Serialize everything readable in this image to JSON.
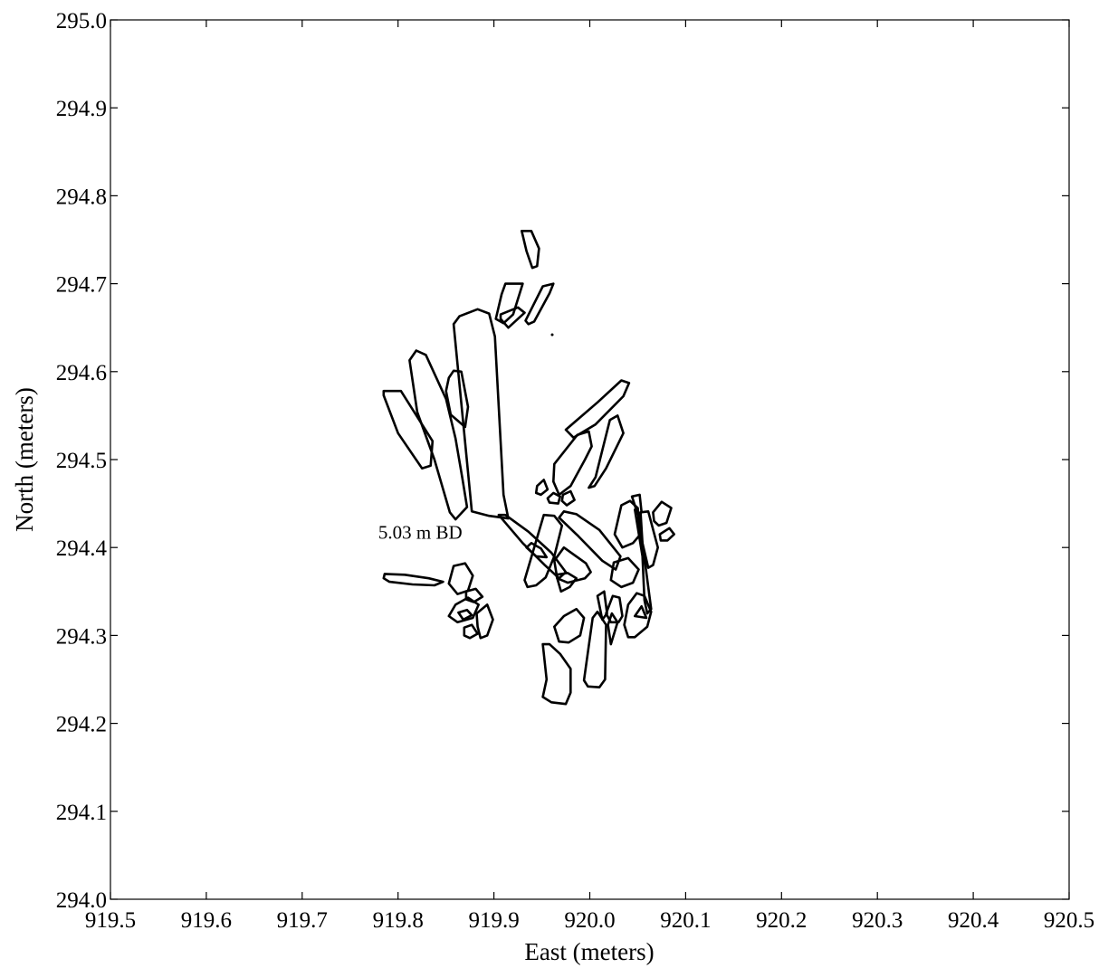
{
  "chart_data": {
    "type": "scatter",
    "xlabel": "East (meters)",
    "ylabel": "North (meters)",
    "xlim": [
      919.5,
      920.5
    ],
    "ylim": [
      294.0,
      295.0
    ],
    "x_ticks": [
      "919.5",
      "919.6",
      "919.7",
      "919.8",
      "919.9",
      "920.0",
      "920.1",
      "920.2",
      "920.3",
      "920.4",
      "920.5"
    ],
    "y_ticks": [
      "294.0",
      "294.1",
      "294.2",
      "294.3",
      "294.4",
      "294.5",
      "294.6",
      "294.7",
      "294.8",
      "294.9",
      "295.0"
    ],
    "grid": false,
    "annotations": [
      {
        "text": "5.03 m BD",
        "x": 919.867,
        "y": 294.417
      }
    ],
    "outlines": [
      [
        [
          919.907,
          294.665
        ],
        [
          919.925,
          294.673
        ],
        [
          919.932,
          294.667
        ],
        [
          919.915,
          294.65
        ],
        [
          919.907,
          294.66
        ]
      ],
      [
        [
          919.929,
          294.76
        ],
        [
          919.939,
          294.76
        ],
        [
          919.947,
          294.74
        ],
        [
          919.945,
          294.72
        ],
        [
          919.94,
          294.718
        ],
        [
          919.934,
          294.737
        ]
      ],
      [
        [
          919.912,
          294.7
        ],
        [
          919.93,
          294.7
        ],
        [
          919.92,
          294.665
        ],
        [
          919.91,
          294.655
        ],
        [
          919.902,
          294.66
        ],
        [
          919.908,
          294.688
        ]
      ],
      [
        [
          919.933,
          294.658
        ],
        [
          919.951,
          294.697
        ],
        [
          919.962,
          294.7
        ],
        [
          919.958,
          294.689
        ],
        [
          919.942,
          294.657
        ],
        [
          919.936,
          294.654
        ]
      ],
      [
        [
          919.858,
          294.654
        ],
        [
          919.864,
          294.663
        ],
        [
          919.883,
          294.671
        ],
        [
          919.895,
          294.666
        ],
        [
          919.901,
          294.64
        ],
        [
          919.91,
          294.46
        ],
        [
          919.915,
          294.433
        ],
        [
          919.895,
          294.436
        ],
        [
          919.877,
          294.441
        ]
      ],
      [
        [
          919.812,
          294.613
        ],
        [
          919.819,
          294.624
        ],
        [
          919.829,
          294.619
        ],
        [
          919.85,
          294.569
        ],
        [
          919.86,
          294.524
        ],
        [
          919.867,
          294.479
        ],
        [
          919.872,
          294.446
        ],
        [
          919.86,
          294.432
        ],
        [
          919.854,
          294.44
        ],
        [
          919.838,
          294.5
        ],
        [
          919.82,
          294.554
        ]
      ],
      [
        [
          919.785,
          294.578
        ],
        [
          919.803,
          294.578
        ],
        [
          919.836,
          294.521
        ],
        [
          919.834,
          294.493
        ],
        [
          919.825,
          294.49
        ],
        [
          919.8,
          294.53
        ],
        [
          919.785,
          294.573
        ]
      ],
      [
        [
          919.85,
          294.578
        ],
        [
          919.853,
          294.593
        ],
        [
          919.858,
          294.601
        ],
        [
          919.866,
          294.6
        ],
        [
          919.873,
          294.56
        ],
        [
          919.87,
          294.537
        ],
        [
          919.855,
          294.551
        ]
      ],
      [
        [
          919.975,
          294.534
        ],
        [
          920.008,
          294.565
        ],
        [
          920.033,
          294.59
        ],
        [
          920.041,
          294.587
        ],
        [
          920.035,
          294.572
        ],
        [
          920.006,
          294.54
        ],
        [
          919.983,
          294.525
        ]
      ],
      [
        [
          919.963,
          294.495
        ],
        [
          919.987,
          294.528
        ],
        [
          919.999,
          294.532
        ],
        [
          920.002,
          294.515
        ],
        [
          919.995,
          294.5
        ],
        [
          919.98,
          294.47
        ],
        [
          919.968,
          294.46
        ],
        [
          919.962,
          294.475
        ]
      ],
      [
        [
          920.006,
          294.48
        ],
        [
          920.021,
          294.545
        ],
        [
          920.029,
          294.55
        ],
        [
          920.035,
          294.53
        ],
        [
          920.017,
          294.49
        ],
        [
          920.005,
          294.47
        ],
        [
          919.999,
          294.468
        ]
      ],
      [
        [
          919.945,
          294.47
        ],
        [
          919.952,
          294.477
        ],
        [
          919.956,
          294.466
        ],
        [
          919.949,
          294.46
        ],
        [
          919.944,
          294.462
        ]
      ],
      [
        [
          919.956,
          294.456
        ],
        [
          919.962,
          294.462
        ],
        [
          919.969,
          294.458
        ],
        [
          919.967,
          294.45
        ],
        [
          919.958,
          294.451
        ]
      ],
      [
        [
          919.972,
          294.46
        ],
        [
          919.98,
          294.464
        ],
        [
          919.984,
          294.454
        ],
        [
          919.976,
          294.448
        ],
        [
          919.971,
          294.453
        ]
      ],
      [
        [
          919.905,
          294.437
        ],
        [
          919.93,
          294.405
        ],
        [
          919.953,
          294.38
        ],
        [
          919.968,
          294.365
        ],
        [
          919.975,
          294.372
        ],
        [
          919.96,
          294.394
        ],
        [
          919.936,
          294.418
        ],
        [
          919.912,
          294.437
        ]
      ],
      [
        [
          919.932,
          294.363
        ],
        [
          919.952,
          294.437
        ],
        [
          919.963,
          294.436
        ],
        [
          919.971,
          294.425
        ],
        [
          919.963,
          294.39
        ],
        [
          919.954,
          294.366
        ],
        [
          919.944,
          294.357
        ],
        [
          919.935,
          294.355
        ]
      ],
      [
        [
          919.968,
          294.434
        ],
        [
          919.988,
          294.413
        ],
        [
          920.013,
          294.385
        ],
        [
          920.027,
          294.375
        ],
        [
          920.032,
          294.39
        ],
        [
          920.01,
          294.42
        ],
        [
          919.986,
          294.438
        ],
        [
          919.973,
          294.441
        ]
      ],
      [
        [
          919.973,
          294.4
        ],
        [
          919.996,
          294.382
        ],
        [
          920.001,
          294.372
        ],
        [
          919.995,
          294.365
        ],
        [
          919.977,
          294.36
        ],
        [
          919.966,
          294.365
        ],
        [
          919.963,
          294.385
        ]
      ],
      [
        [
          919.97,
          294.35
        ],
        [
          919.979,
          294.355
        ],
        [
          919.986,
          294.365
        ],
        [
          919.977,
          294.371
        ],
        [
          919.965,
          294.369
        ]
      ],
      [
        [
          919.934,
          294.4
        ],
        [
          919.944,
          294.39
        ],
        [
          919.955,
          294.389
        ],
        [
          919.949,
          294.399
        ],
        [
          919.939,
          294.405
        ]
      ],
      [
        [
          920.026,
          294.415
        ],
        [
          920.033,
          294.448
        ],
        [
          920.042,
          294.453
        ],
        [
          920.05,
          294.445
        ],
        [
          920.052,
          294.414
        ],
        [
          920.045,
          294.405
        ],
        [
          920.034,
          294.4
        ]
      ],
      [
        [
          920.044,
          294.458
        ],
        [
          920.052,
          294.46
        ],
        [
          920.054,
          294.44
        ],
        [
          920.05,
          294.438
        ]
      ],
      [
        [
          920.025,
          294.383
        ],
        [
          920.04,
          294.388
        ],
        [
          920.051,
          294.375
        ],
        [
          920.045,
          294.36
        ],
        [
          920.033,
          294.355
        ],
        [
          920.022,
          294.363
        ]
      ],
      [
        [
          920.053,
          294.44
        ],
        [
          920.061,
          294.441
        ],
        [
          920.071,
          294.4
        ],
        [
          920.066,
          294.38
        ],
        [
          920.061,
          294.377
        ],
        [
          920.055,
          294.405
        ]
      ],
      [
        [
          920.066,
          294.44
        ],
        [
          920.075,
          294.452
        ],
        [
          920.085,
          294.445
        ],
        [
          920.08,
          294.428
        ],
        [
          920.072,
          294.425
        ],
        [
          920.067,
          294.43
        ]
      ],
      [
        [
          920.073,
          294.415
        ],
        [
          920.083,
          294.422
        ],
        [
          920.088,
          294.415
        ],
        [
          920.081,
          294.408
        ],
        [
          920.074,
          294.408
        ]
      ],
      [
        [
          920.047,
          294.443
        ],
        [
          920.055,
          294.39
        ],
        [
          920.057,
          294.34
        ],
        [
          920.06,
          294.325
        ],
        [
          920.064,
          294.33
        ],
        [
          920.058,
          294.38
        ],
        [
          920.05,
          294.445
        ]
      ],
      [
        [
          919.786,
          294.37
        ],
        [
          919.807,
          294.369
        ],
        [
          919.832,
          294.365
        ],
        [
          919.847,
          294.361
        ],
        [
          919.838,
          294.357
        ],
        [
          919.815,
          294.358
        ],
        [
          919.791,
          294.361
        ],
        [
          919.785,
          294.365
        ]
      ],
      [
        [
          919.853,
          294.359
        ],
        [
          919.862,
          294.347
        ],
        [
          919.873,
          294.351
        ],
        [
          919.878,
          294.368
        ],
        [
          919.87,
          294.382
        ],
        [
          919.858,
          294.379
        ]
      ],
      [
        [
          919.871,
          294.35
        ],
        [
          919.881,
          294.353
        ],
        [
          919.888,
          294.344
        ],
        [
          919.879,
          294.338
        ],
        [
          919.871,
          294.341
        ]
      ],
      [
        [
          919.86,
          294.335
        ],
        [
          919.873,
          294.343
        ],
        [
          919.884,
          294.335
        ],
        [
          919.878,
          294.32
        ],
        [
          919.862,
          294.315
        ],
        [
          919.853,
          294.322
        ]
      ],
      [
        [
          919.863,
          294.326
        ],
        [
          919.872,
          294.329
        ],
        [
          919.877,
          294.323
        ],
        [
          919.868,
          294.318
        ]
      ],
      [
        [
          919.869,
          294.309
        ],
        [
          919.877,
          294.312
        ],
        [
          919.883,
          294.302
        ],
        [
          919.875,
          294.297
        ],
        [
          919.869,
          294.3
        ]
      ],
      [
        [
          919.882,
          294.325
        ],
        [
          919.893,
          294.335
        ],
        [
          919.899,
          294.318
        ],
        [
          919.893,
          294.3
        ],
        [
          919.886,
          294.297
        ],
        [
          919.883,
          294.31
        ]
      ],
      [
        [
          919.963,
          294.31
        ],
        [
          919.973,
          294.322
        ],
        [
          919.986,
          294.33
        ],
        [
          919.994,
          294.32
        ],
        [
          919.99,
          294.3
        ],
        [
          919.978,
          294.292
        ],
        [
          919.968,
          294.293
        ]
      ],
      [
        [
          920.008,
          294.345
        ],
        [
          920.015,
          294.35
        ],
        [
          920.018,
          294.325
        ],
        [
          920.013,
          294.318
        ]
      ],
      [
        [
          920.017,
          294.325
        ],
        [
          920.024,
          294.345
        ],
        [
          920.031,
          294.343
        ],
        [
          920.034,
          294.322
        ],
        [
          920.03,
          294.315
        ],
        [
          920.022,
          294.315
        ]
      ],
      [
        [
          920.04,
          294.335
        ],
        [
          920.049,
          294.348
        ],
        [
          920.057,
          294.345
        ],
        [
          920.064,
          294.327
        ],
        [
          920.06,
          294.31
        ],
        [
          920.047,
          294.298
        ],
        [
          920.04,
          294.298
        ],
        [
          920.036,
          294.312
        ]
      ],
      [
        [
          920.047,
          294.322
        ],
        [
          920.054,
          294.333
        ],
        [
          920.059,
          294.32
        ]
      ],
      [
        [
          919.951,
          294.29
        ],
        [
          919.955,
          294.25
        ],
        [
          919.951,
          294.23
        ],
        [
          919.96,
          294.224
        ],
        [
          919.975,
          294.222
        ],
        [
          919.98,
          294.235
        ],
        [
          919.98,
          294.262
        ],
        [
          919.969,
          294.279
        ],
        [
          919.958,
          294.29
        ]
      ],
      [
        [
          919.994,
          294.249
        ],
        [
          920.003,
          294.32
        ],
        [
          920.008,
          294.327
        ],
        [
          920.017,
          294.312
        ],
        [
          920.016,
          294.25
        ],
        [
          920.01,
          294.241
        ],
        [
          919.998,
          294.242
        ]
      ],
      [
        [
          920.019,
          294.312
        ],
        [
          920.023,
          294.325
        ],
        [
          920.029,
          294.315
        ],
        [
          920.022,
          294.29
        ]
      ]
    ]
  }
}
